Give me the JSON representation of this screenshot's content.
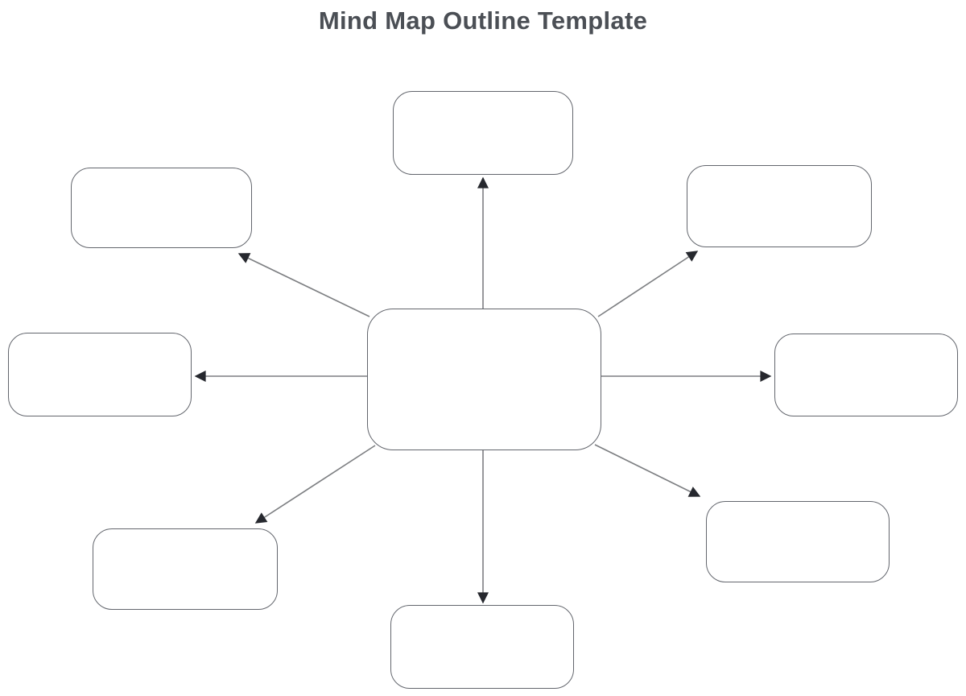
{
  "page": {
    "title": "Mind Map Outline Template"
  },
  "diagram": {
    "type": "mind-map",
    "nodes": [
      {
        "id": "central",
        "role": "central-topic",
        "label": ""
      },
      {
        "id": "top",
        "role": "subtopic",
        "label": ""
      },
      {
        "id": "top-left",
        "role": "subtopic",
        "label": ""
      },
      {
        "id": "top-right",
        "role": "subtopic",
        "label": ""
      },
      {
        "id": "left",
        "role": "subtopic",
        "label": ""
      },
      {
        "id": "right",
        "role": "subtopic",
        "label": ""
      },
      {
        "id": "bottom-left",
        "role": "subtopic",
        "label": ""
      },
      {
        "id": "bottom",
        "role": "subtopic",
        "label": ""
      },
      {
        "id": "bottom-right",
        "role": "subtopic",
        "label": ""
      }
    ],
    "edges": [
      {
        "from": "central",
        "to": "top",
        "style": "filled-arrow"
      },
      {
        "from": "central",
        "to": "top-left",
        "style": "filled-arrow"
      },
      {
        "from": "central",
        "to": "top-right",
        "style": "filled-arrow"
      },
      {
        "from": "central",
        "to": "left",
        "style": "filled-arrow"
      },
      {
        "from": "central",
        "to": "right",
        "style": "filled-arrow"
      },
      {
        "from": "central",
        "to": "bottom-left",
        "style": "filled-arrow"
      },
      {
        "from": "central",
        "to": "bottom",
        "style": "filled-arrow"
      },
      {
        "from": "central",
        "to": "bottom-right",
        "style": "filled-arrow"
      }
    ],
    "colors": {
      "background": "#ffffff",
      "title_text": "#4b4f55",
      "node_fill": "#ffffff",
      "node_border": "#63666d",
      "connector_line": "#7d7f82",
      "arrowhead": "#26282e"
    }
  }
}
